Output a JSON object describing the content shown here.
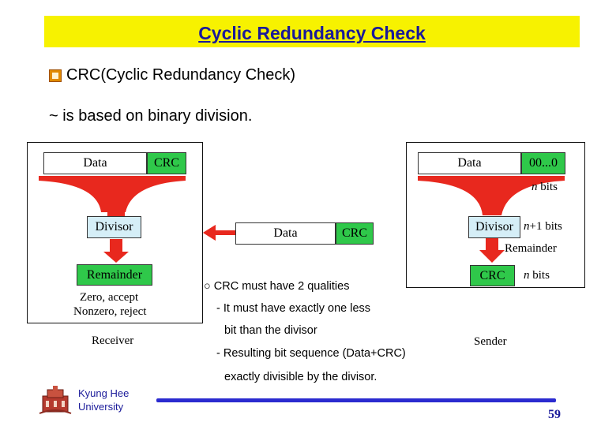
{
  "slide": {
    "title": "Cyclic Redundancy Check",
    "bullet_main": "CRC(Cyclic Redundancy Check)",
    "bullet_sub": "~ is based on binary division.",
    "page_number": "59"
  },
  "receiver": {
    "data_label": "Data",
    "crc_label": "CRC",
    "divisor_label": "Divisor",
    "remainder_label": "Remainder",
    "zero_text": "Zero, accept",
    "nonzero_text": "Nonzero, reject",
    "caption": "Receiver"
  },
  "sender": {
    "data_label": "Data",
    "zeros_label": "00...0",
    "n_bits_top": "n bits",
    "divisor_label": "Divisor",
    "n_plus_1_bits": "n+1 bits",
    "remainder_text": "Remainder",
    "crc_label": "CRC",
    "n_bits_bottom": "n bits",
    "caption": "Sender"
  },
  "transmission": {
    "data_label": "Data",
    "crc_label": "CRC"
  },
  "notes": {
    "line1": "○ CRC must have 2 qualities",
    "line2": "- It must have exactly one less",
    "line3": "bit than the divisor",
    "line4": "- Resulting bit sequence (Data+CRC)",
    "line5": "exactly divisible by the divisor."
  },
  "logo": {
    "line1": "Kyung Hee",
    "line2": "University"
  },
  "colors": {
    "title_bg": "#f7f200",
    "title_text": "#1a1a9a",
    "crc_green": "#2fc84a",
    "divisor_cyan": "#d5eef7",
    "arrow_red": "#e8281e",
    "footer_blue": "#2b2bd0"
  }
}
